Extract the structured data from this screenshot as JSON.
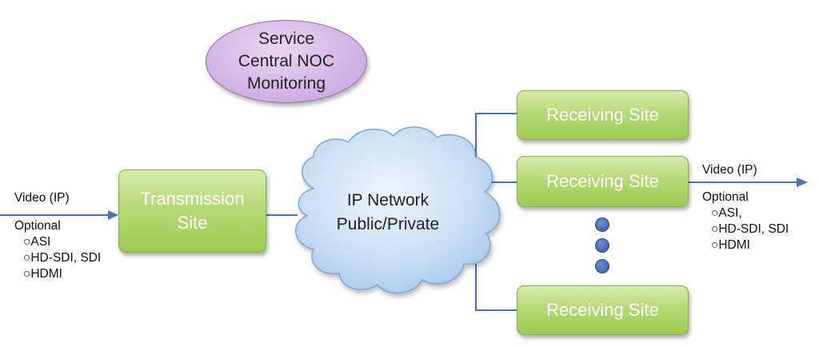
{
  "noc_oval": {
    "lines": [
      "Service",
      "Central NOC",
      "Monitoring"
    ]
  },
  "transmission_site": {
    "lines": [
      "Transmission",
      "Site"
    ]
  },
  "ip_network": {
    "lines": [
      "IP Network",
      "Public/Private"
    ]
  },
  "receiving_sites": [
    {
      "label": "Receiving Site"
    },
    {
      "label": "Receiving Site"
    },
    {
      "label": "Receiving Site"
    }
  ],
  "input": {
    "title": "Video (IP)",
    "optional_label": "Optional",
    "options": [
      "○ASI",
      "○HD-SDI, SDI",
      "○HDMI"
    ]
  },
  "output": {
    "title": "Video (IP)",
    "optional_label": "Optional",
    "options": [
      "○ASI,",
      "○HD-SDI, SDI",
      "○HDMI"
    ]
  },
  "colors": {
    "site_fill": "#b6da77",
    "oval_fill": "#d6b7e6",
    "cloud_fill": "#c9def3",
    "connector": "#4a72b8"
  }
}
